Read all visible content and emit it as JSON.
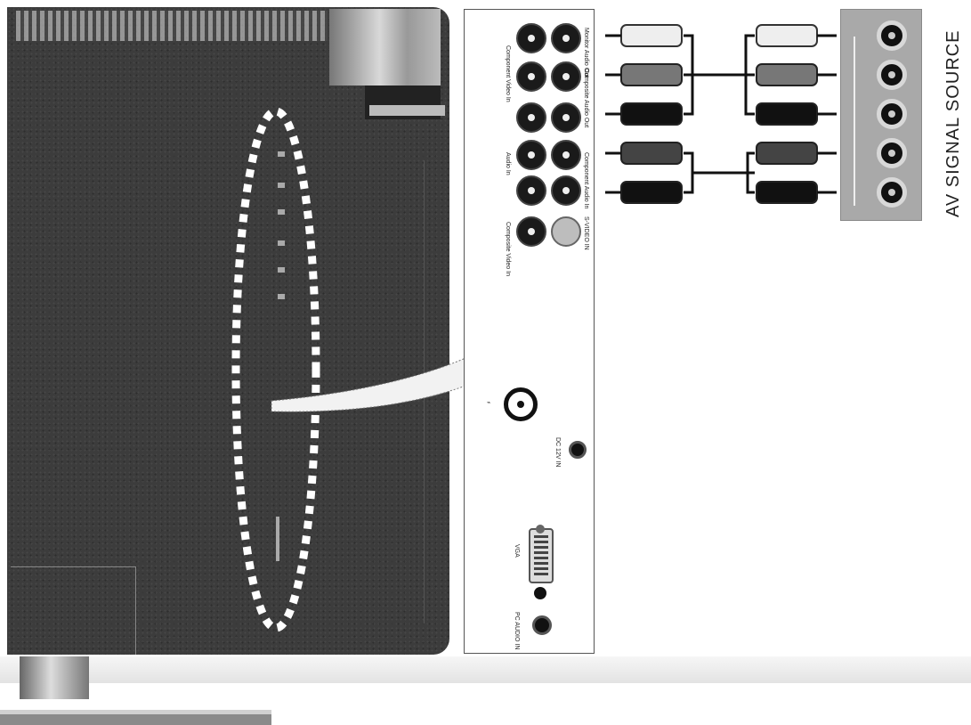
{
  "labels": {
    "source": "AV SIGNAL SOURCE"
  },
  "panel_labels": {
    "monitor_out": "Monitor Audio Out",
    "composite_audio_out": "Composite Audio Out",
    "component_video_in": "Component  Video In",
    "component_audio_in": "Component Audio In",
    "audio_in": "Audio In",
    "composite_video_in": "Composite Video In",
    "svideo_in": "S-VIDEO IN",
    "dc_in": "DC 12V IN",
    "vga": "VGA",
    "pc_audio_in": "PC AUDIO IN"
  },
  "colors": {
    "tv_body": "#3c3c3c",
    "highlight_dots": "#ffffff",
    "source_box": "#a9a9a9"
  }
}
